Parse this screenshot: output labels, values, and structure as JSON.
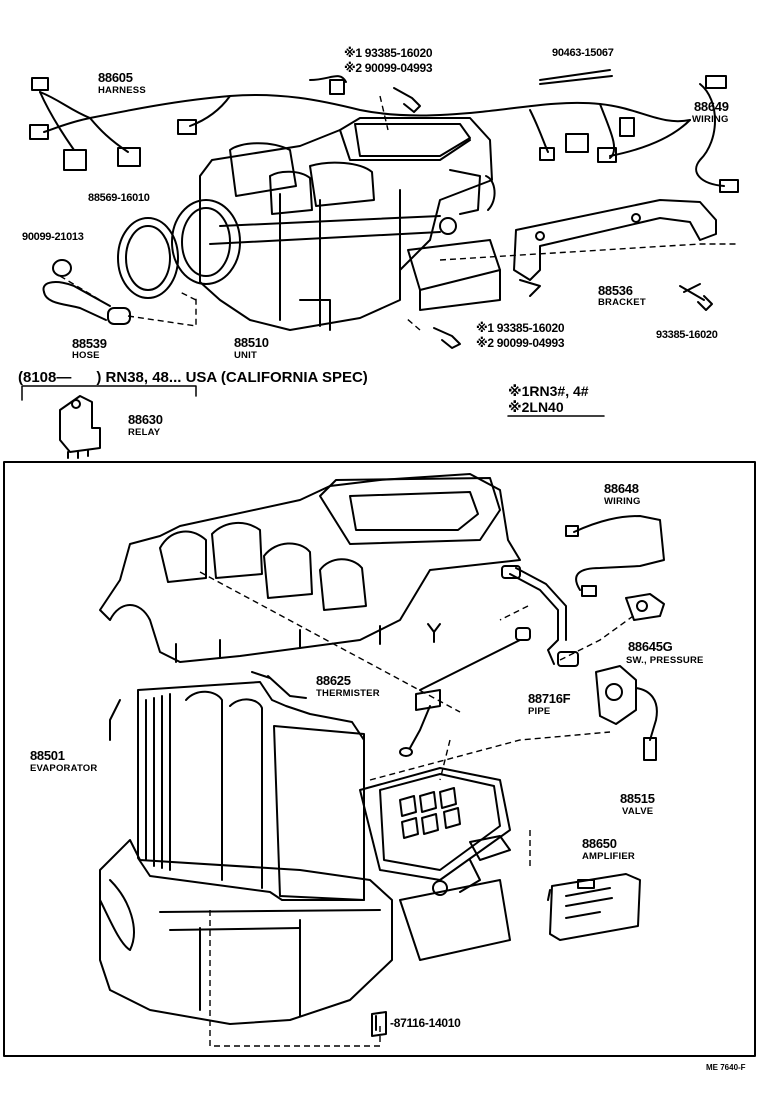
{
  "parts": {
    "harness": {
      "number": "88605",
      "name": "HARNESS"
    },
    "wiring_88649": {
      "number": "88649",
      "name": "WIRING"
    },
    "part_88569": {
      "number": "88569-16010"
    },
    "part_90099": {
      "number": "90099-21013"
    },
    "hose": {
      "number": "88539",
      "name": "HOSE"
    },
    "unit": {
      "number": "88510",
      "name": "UNIT"
    },
    "bracket": {
      "number": "88536",
      "name": "BRACKET"
    },
    "bolt_93385": {
      "number": "93385-16020"
    },
    "part_90463": {
      "number": "90463-15067"
    },
    "relay": {
      "number": "88630",
      "name": "RELAY"
    },
    "wiring_88648": {
      "number": "88648",
      "name": "WIRING"
    },
    "sw_pressure": {
      "number": "88645G",
      "name": "SW., PRESSURE"
    },
    "thermister": {
      "number": "88625",
      "name": "THERMISTER"
    },
    "pipe": {
      "number": "88716F",
      "name": "PIPE"
    },
    "evaporator": {
      "number": "88501",
      "name": "EVAPORATOR"
    },
    "valve": {
      "number": "88515",
      "name": "VALVE"
    },
    "amplifier": {
      "number": "88650",
      "name": "AMPLIFIER"
    },
    "part_87116": {
      "number": "-87116-14010"
    }
  },
  "alt_parts_top": {
    "line1": "※1 93385-16020",
    "line2": "※2 90099-04993"
  },
  "alt_parts_bottom": {
    "line1": "※1 93385-16020",
    "line2": "※2 90099-04993"
  },
  "spec_note": "(8108—      ) RN38, 48... USA (CALIFORNIA SPEC)",
  "legend": {
    "line1": "※1RN3#, 4#",
    "line2": "※2LN40"
  },
  "figure_code": "ME 7640-F"
}
